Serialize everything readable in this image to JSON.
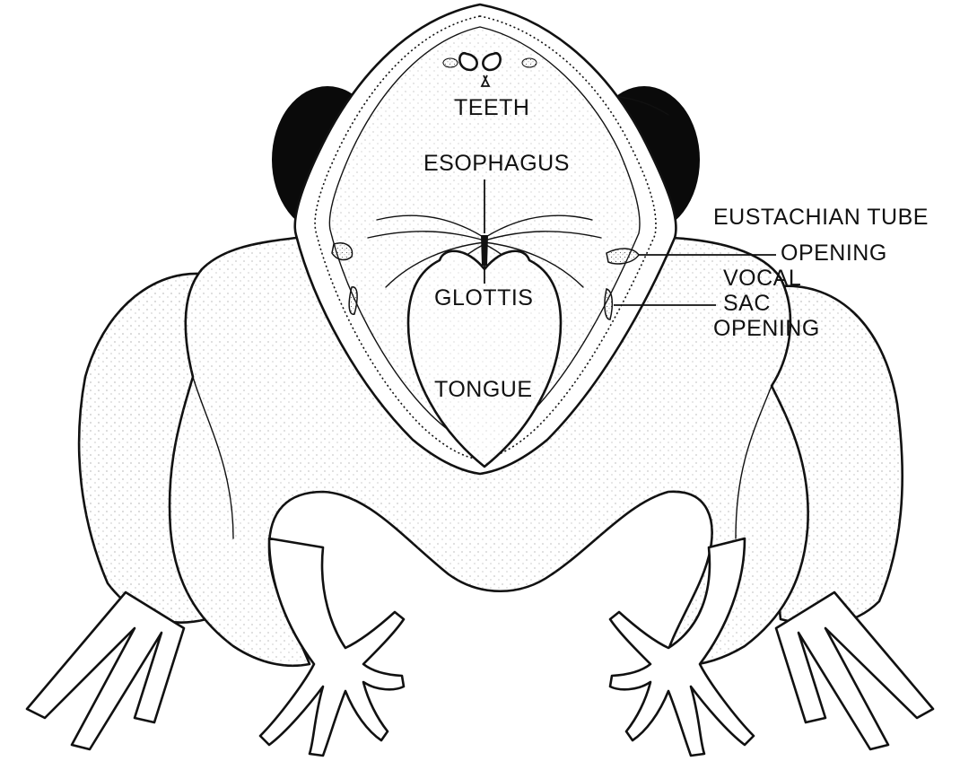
{
  "labels": {
    "teeth": "TEETH",
    "esophagus": "ESOPHAGUS",
    "glottis": "GLOTTIS",
    "tongue": "TONGUE",
    "eustachian_line1": "EUSTACHIAN TUBE",
    "eustachian_line2": "OPENING",
    "vocal_line1": "VOCAL",
    "vocal_line2": "SAC",
    "vocal_line3": "OPENING"
  },
  "colors": {
    "ink": "#111111",
    "background": "#ffffff",
    "eye": "#0a0a0a"
  }
}
